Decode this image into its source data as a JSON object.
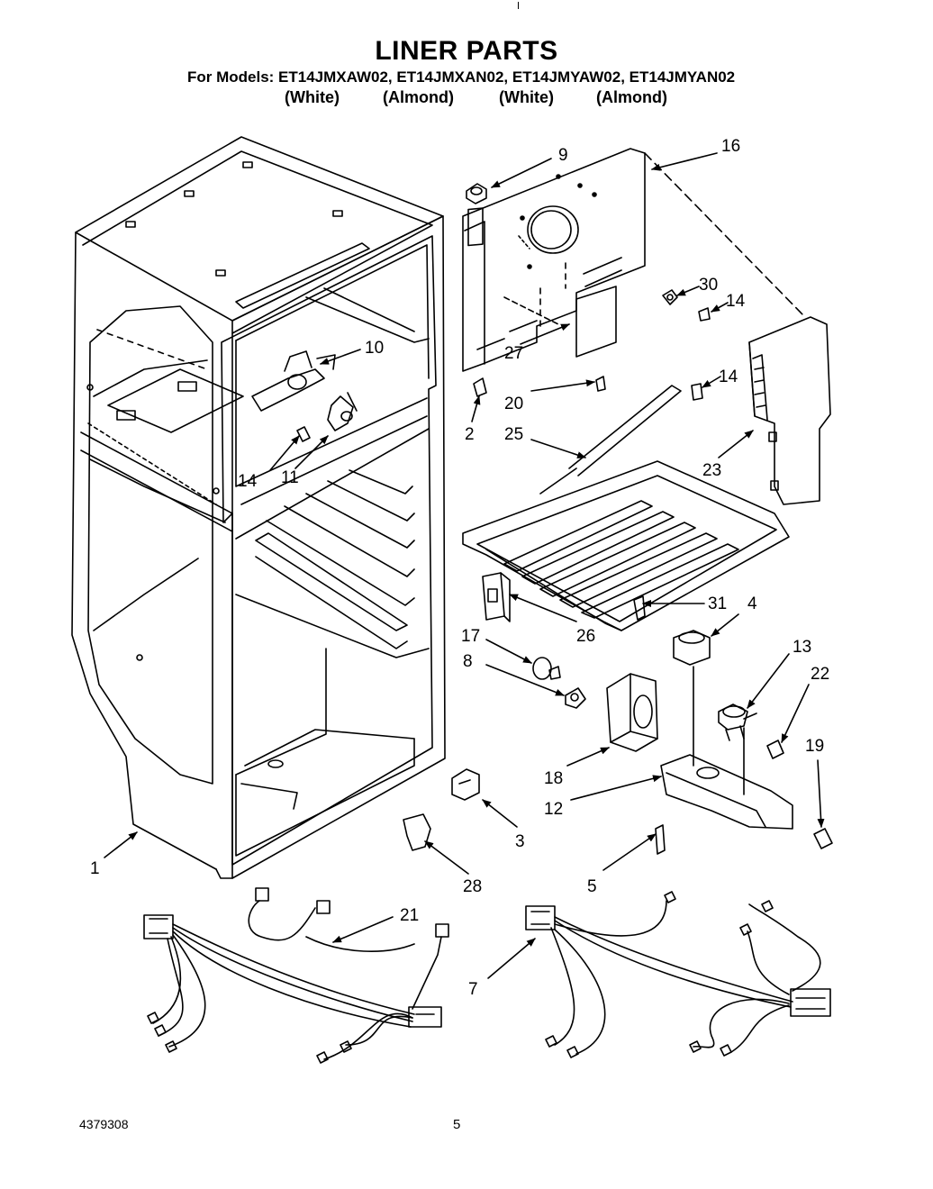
{
  "header": {
    "title": "LINER PARTS",
    "models_line": "For Models: ET14JMXAW02, ET14JMXAN02, ET14JMYAW02, ET14JMYAN02",
    "color_labels": [
      "(White)",
      "(Almond)",
      "(White)",
      "(Almond)"
    ]
  },
  "callouts": {
    "c1": "1",
    "c2": "2",
    "c3": "3",
    "c4": "4",
    "c5": "5",
    "c7": "7",
    "c8": "8",
    "c9": "9",
    "c10": "10",
    "c11": "11",
    "c12": "12",
    "c13": "13",
    "c14a": "14",
    "c14b": "14",
    "c14c": "14",
    "c16": "16",
    "c17": "17",
    "c18": "18",
    "c19": "19",
    "c20": "20",
    "c21": "21",
    "c22": "22",
    "c23": "23",
    "c25": "25",
    "c26": "26",
    "c27": "27",
    "c28": "28",
    "c30": "30",
    "c31": "31"
  },
  "footer": {
    "doc_number": "4379308",
    "page_number": "5"
  }
}
